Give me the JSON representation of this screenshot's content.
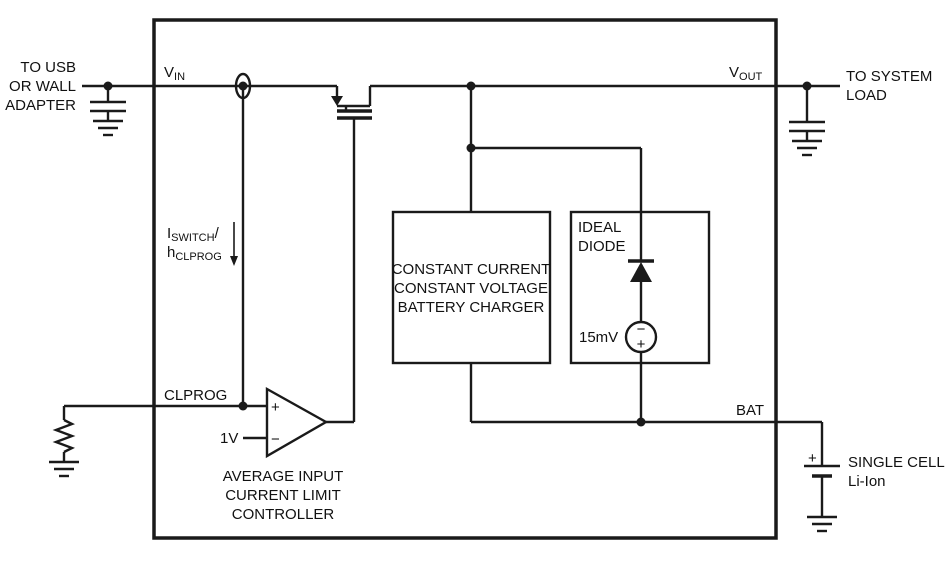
{
  "inputs": {
    "usb_line1": "TO USB",
    "usb_line2": "OR WALL",
    "usb_line3": "ADAPTER"
  },
  "outputs": {
    "system_line1": "TO SYSTEM",
    "system_line2": "LOAD"
  },
  "pins": {
    "vin_main": "V",
    "vin_sub": "IN",
    "vout_main": "V",
    "vout_sub": "OUT",
    "clprog": "CLPROG",
    "bat": "BAT"
  },
  "current": {
    "line1_main": "I",
    "line1_sub": "SWITCH",
    "line1_tail": "/",
    "line2_main": "h",
    "line2_sub": "CLPROG"
  },
  "charger": {
    "line1": "CONSTANT CURRENT",
    "line2": "CONSTANT VOLTAGE",
    "line3": "BATTERY CHARGER"
  },
  "diode": {
    "line1": "IDEAL",
    "line2": "DIODE",
    "offset": "15mV",
    "minus": "−",
    "plus": "+"
  },
  "opamp": {
    "plus": "+",
    "minus": "−",
    "ref": "1V",
    "caption1": "AVERAGE INPUT",
    "caption2": "CURRENT LIMIT",
    "caption3": "CONTROLLER"
  },
  "battery": {
    "plus": "+",
    "line1": "SINGLE CELL",
    "line2": "Li-Ion"
  }
}
